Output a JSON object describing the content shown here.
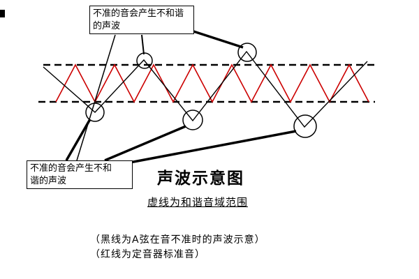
{
  "diagram": {
    "title": "声波示意图",
    "subtitle": "虚线为和谐音域范围",
    "note_black": "（黑线为A弦在音不准时的声波示意）",
    "note_red": "（红线为定音器标准音）",
    "callout_top": {
      "line1": "不准的音会产生不和谐",
      "line2": "的声波"
    },
    "callout_left": {
      "line1": "不准的音会产生不和",
      "line2": "谐的声波"
    },
    "colors": {
      "red_wave": "#cc0000",
      "black_wave": "#000000"
    }
  }
}
